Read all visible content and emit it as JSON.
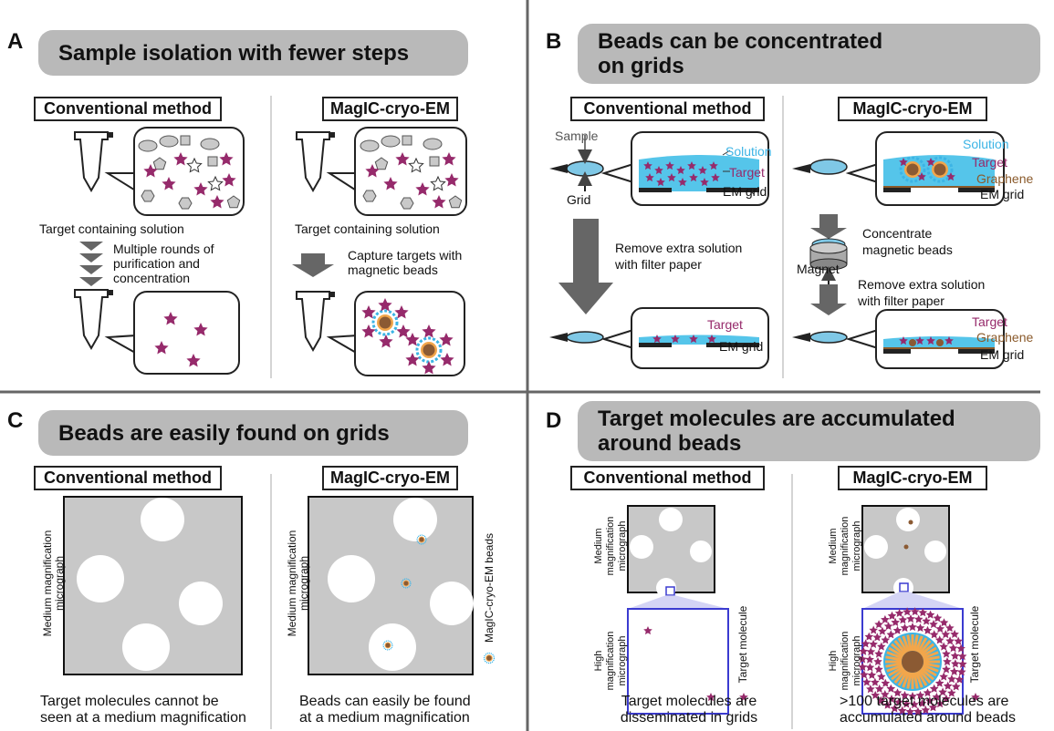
{
  "panels": {
    "A": {
      "letter": "A",
      "title": "Sample isolation with fewer steps",
      "left_heading": "Conventional method",
      "right_heading": "MagIC-cryo-EM",
      "left_caption": "Target containing solution",
      "left_step": [
        "Multiple rounds of",
        "purification and",
        "concentration"
      ],
      "right_caption": "Target containing solution",
      "right_step": [
        "Capture targets with",
        "magnetic beads"
      ]
    },
    "B": {
      "letter": "B",
      "title_lines": [
        "Beads can be concentrated",
        "on grids"
      ],
      "left_heading": "Conventional method",
      "right_heading": "MagIC-cryo-EM",
      "sample": "Sample",
      "grid": "Grid",
      "solution": "Solution",
      "target": "Target",
      "em_grid": "EM grid",
      "graphene": "Graphene",
      "remove_left": [
        "Remove extra solution",
        "with filter paper"
      ],
      "concentrate": [
        "Concentrate",
        "magnetic beads"
      ],
      "magnet": "Magnet",
      "remove_right": [
        "Remove extra solution",
        "with filter paper"
      ]
    },
    "C": {
      "letter": "C",
      "title": "Beads are easily found on grids",
      "left_heading": "Conventional method",
      "right_heading": "MagIC-cryo-EM",
      "y_label": [
        "Medium magnification",
        "micrograph"
      ],
      "legend": "MagIC-cryo-EM beads",
      "left_caption": [
        "Target molecules cannot be",
        "seen at a medium magnification"
      ],
      "right_caption": [
        "Beads can easily be found",
        "at a medium magnification"
      ]
    },
    "D": {
      "letter": "D",
      "title_lines": [
        "Target molecules are accumulated",
        "around beads"
      ],
      "left_heading": "Conventional method",
      "right_heading": "MagIC-cryo-EM",
      "medium_label": [
        "Medium",
        "magnification",
        "micrograph"
      ],
      "high_label": [
        "High",
        "magnification",
        "micrograph"
      ],
      "legend": "Target molecule",
      "left_caption": [
        "Target molecules are",
        "disseminated in grids"
      ],
      "right_caption": [
        ">100 target molecules are",
        "accumulated around beads"
      ]
    }
  },
  "colors": {
    "target": "#962a6b",
    "solution": "#55c5ea",
    "graphene": "#8a5a2b",
    "bead_core": "#8b5a33",
    "bead_shell": "#f2a64b",
    "bead_ring": "#3cb4e5",
    "panel_title_bg": "#b9b9b9",
    "grid_gray": "#c8c8c8",
    "zoom_blue": "#3b3bd0"
  }
}
